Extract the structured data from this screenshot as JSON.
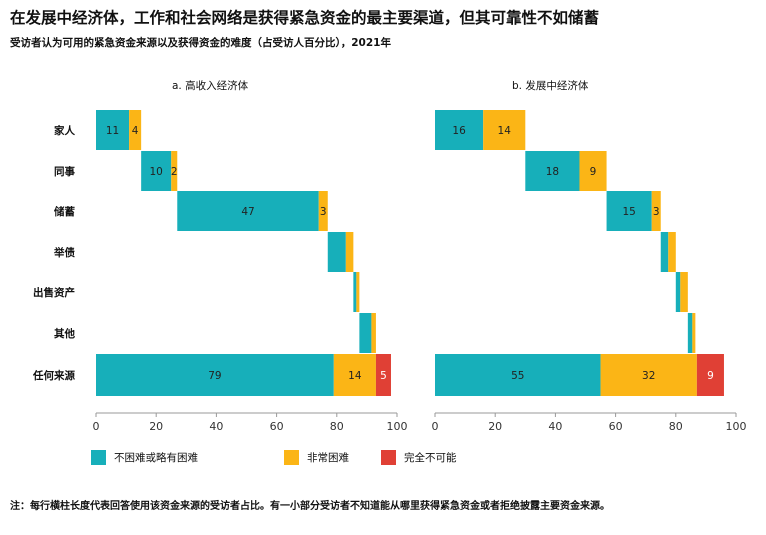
{
  "title": "在发展中经济体，工作和社会网络是获得紧急资金的最主要渠道，但其可靠性不如储蓄",
  "subtitle": "受访者认为可用的紧急资金来源以及获得资金的难度（占受访人百分比），2021年",
  "note": "注：每行横柱长度代表回答使用该资金来源的受访者占比。有一小部分受访者不知道能从哪里获得紧急资金或者拒绝披露主要资金来源。",
  "colors": {
    "teal": "#17AFBA",
    "yellow": "#FBB516",
    "red": "#E04035"
  },
  "legend": [
    {
      "label": "不困难或略有困难",
      "color": "#17AFBA"
    },
    {
      "label": "非常困难",
      "color": "#FBB516"
    },
    {
      "label": "完全不可能",
      "color": "#E04035"
    }
  ],
  "chart_data": {
    "type": "bar",
    "orientation": "horizontal",
    "layout": "waterfall-stacked",
    "categories": [
      "家人",
      "同事",
      "储蓄",
      "举债",
      "出售资产",
      "其他",
      "任何来源"
    ],
    "xlim": [
      0,
      100
    ],
    "xticks": [
      0,
      20,
      40,
      60,
      80,
      100
    ],
    "panels": [
      {
        "title": "a. 高收入经济体",
        "rows": [
          {
            "category": "家人",
            "start": 0,
            "segments": [
              {
                "series": "不困难或略有困难",
                "value": 11,
                "label": "11"
              },
              {
                "series": "非常困难",
                "value": 4,
                "label": "4"
              }
            ]
          },
          {
            "category": "同事",
            "start": 15,
            "segments": [
              {
                "series": "不困难或略有困难",
                "value": 10,
                "label": "10"
              },
              {
                "series": "非常困难",
                "value": 2,
                "label": "2"
              }
            ]
          },
          {
            "category": "储蓄",
            "start": 27,
            "segments": [
              {
                "series": "不困难或略有困难",
                "value": 47,
                "label": "47"
              },
              {
                "series": "非常困难",
                "value": 3,
                "label": "3"
              }
            ]
          },
          {
            "category": "举债",
            "start": 77,
            "segments": [
              {
                "series": "不困难或略有困难",
                "value": 6,
                "label": ""
              },
              {
                "series": "非常困难",
                "value": 2.5,
                "label": ""
              }
            ]
          },
          {
            "category": "出售资产",
            "start": 85.5,
            "segments": [
              {
                "series": "不困难或略有困难",
                "value": 1,
                "label": ""
              },
              {
                "series": "非常困难",
                "value": 1,
                "label": ""
              }
            ]
          },
          {
            "category": "其他",
            "start": 87.5,
            "segments": [
              {
                "series": "不困难或略有困难",
                "value": 4,
                "label": ""
              },
              {
                "series": "非常困难",
                "value": 1.5,
                "label": ""
              }
            ]
          },
          {
            "category": "任何来源",
            "start": 0,
            "segments": [
              {
                "series": "不困难或略有困难",
                "value": 79,
                "label": "79"
              },
              {
                "series": "非常困难",
                "value": 14,
                "label": "14"
              },
              {
                "series": "完全不可能",
                "value": 5,
                "label": "5"
              }
            ]
          }
        ]
      },
      {
        "title": "b. 发展中经济体",
        "rows": [
          {
            "category": "家人",
            "start": 0,
            "segments": [
              {
                "series": "不困难或略有困难",
                "value": 16,
                "label": "16"
              },
              {
                "series": "非常困难",
                "value": 14,
                "label": "14"
              }
            ]
          },
          {
            "category": "同事",
            "start": 30,
            "segments": [
              {
                "series": "不困难或略有困难",
                "value": 18,
                "label": "18"
              },
              {
                "series": "非常困难",
                "value": 9,
                "label": "9"
              }
            ]
          },
          {
            "category": "储蓄",
            "start": 57,
            "segments": [
              {
                "series": "不困难或略有困难",
                "value": 15,
                "label": "15"
              },
              {
                "series": "非常困难",
                "value": 3,
                "label": "3"
              }
            ]
          },
          {
            "category": "举债",
            "start": 75,
            "segments": [
              {
                "series": "不困难或略有困难",
                "value": 2.5,
                "label": ""
              },
              {
                "series": "非常困难",
                "value": 2.5,
                "label": ""
              }
            ]
          },
          {
            "category": "出售资产",
            "start": 80,
            "segments": [
              {
                "series": "不困难或略有困难",
                "value": 1.5,
                "label": ""
              },
              {
                "series": "非常困难",
                "value": 2.5,
                "label": ""
              }
            ]
          },
          {
            "category": "其他",
            "start": 84,
            "segments": [
              {
                "series": "不困难或略有困难",
                "value": 1.5,
                "label": ""
              },
              {
                "series": "非常困难",
                "value": 1,
                "label": ""
              }
            ]
          },
          {
            "category": "任何来源",
            "start": 0,
            "segments": [
              {
                "series": "不困难或略有困难",
                "value": 55,
                "label": "55"
              },
              {
                "series": "非常困难",
                "value": 32,
                "label": "32"
              },
              {
                "series": "完全不可能",
                "value": 9,
                "label": "9"
              }
            ]
          }
        ]
      }
    ]
  }
}
